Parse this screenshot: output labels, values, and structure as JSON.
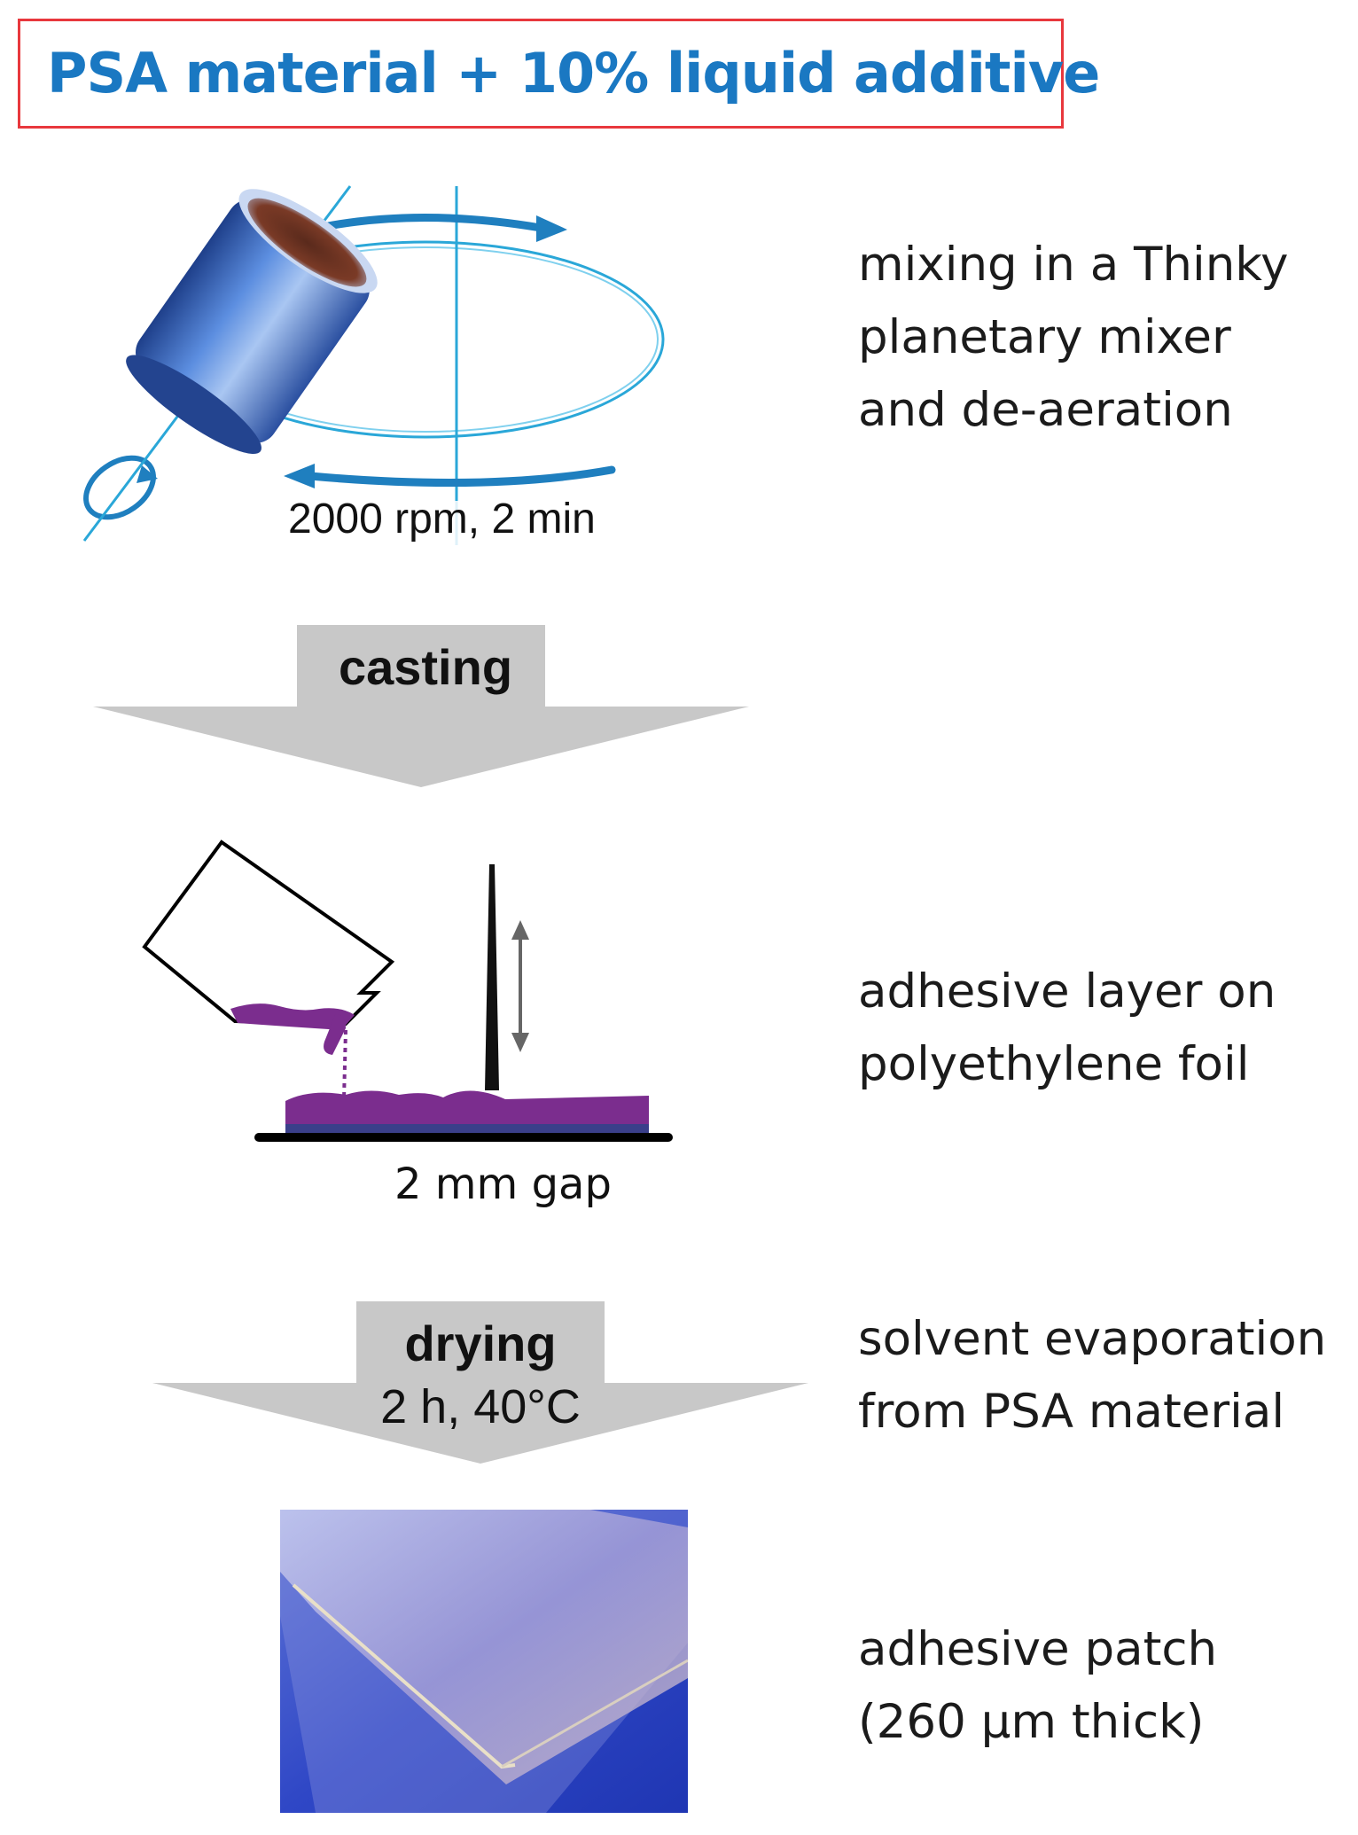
{
  "title": "PSA material + 10%  liquid additive",
  "steps": [
    {
      "id": "mixing",
      "description_lines": [
        "mixing in a Thinky",
        "planetary mixer",
        "and de-aeration"
      ],
      "caption": "2000 rpm, 2 min"
    },
    {
      "id": "casting",
      "arrow_label": "casting"
    },
    {
      "id": "layer",
      "description_lines": [
        "adhesive layer on",
        "polyethylene foil"
      ],
      "caption": "2 mm gap"
    },
    {
      "id": "drying",
      "arrow_label": "drying",
      "arrow_sublabel": "2 h, 40°C",
      "description_lines": [
        "solvent evaporation",
        "from PSA material"
      ]
    },
    {
      "id": "patch",
      "description_lines": [
        "adhesive patch",
        "(260 µm thick)"
      ]
    }
  ],
  "colors": {
    "title_border": "#e8383d",
    "title_text": "#1a78c2",
    "arrow_fill": "#c8c8c8",
    "adhesive": "#7b2d8e",
    "orbit": "#2aa7d8",
    "cup": "#3b63b8",
    "patch_bg": "#2a47c9"
  },
  "icons": [
    "mixer-cup-icon",
    "rotation-arrow-icon",
    "pouring-container-icon",
    "casting-blade-icon",
    "double-arrow-icon",
    "adhesive-patch-photo"
  ]
}
